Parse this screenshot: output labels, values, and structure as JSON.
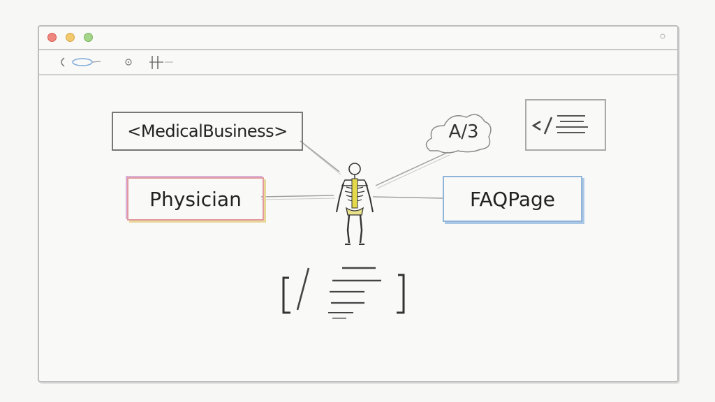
{
  "diagram": {
    "nodes": {
      "medical_business": "<MedicalBusiness>",
      "physician": "Physician",
      "faq_page": "FAQPage",
      "cloud": "A/3"
    }
  },
  "colors": {
    "physician_border": "#e29aa0",
    "faq_border": "#8fb3d9",
    "skeleton_spine": "#e4d94a"
  }
}
